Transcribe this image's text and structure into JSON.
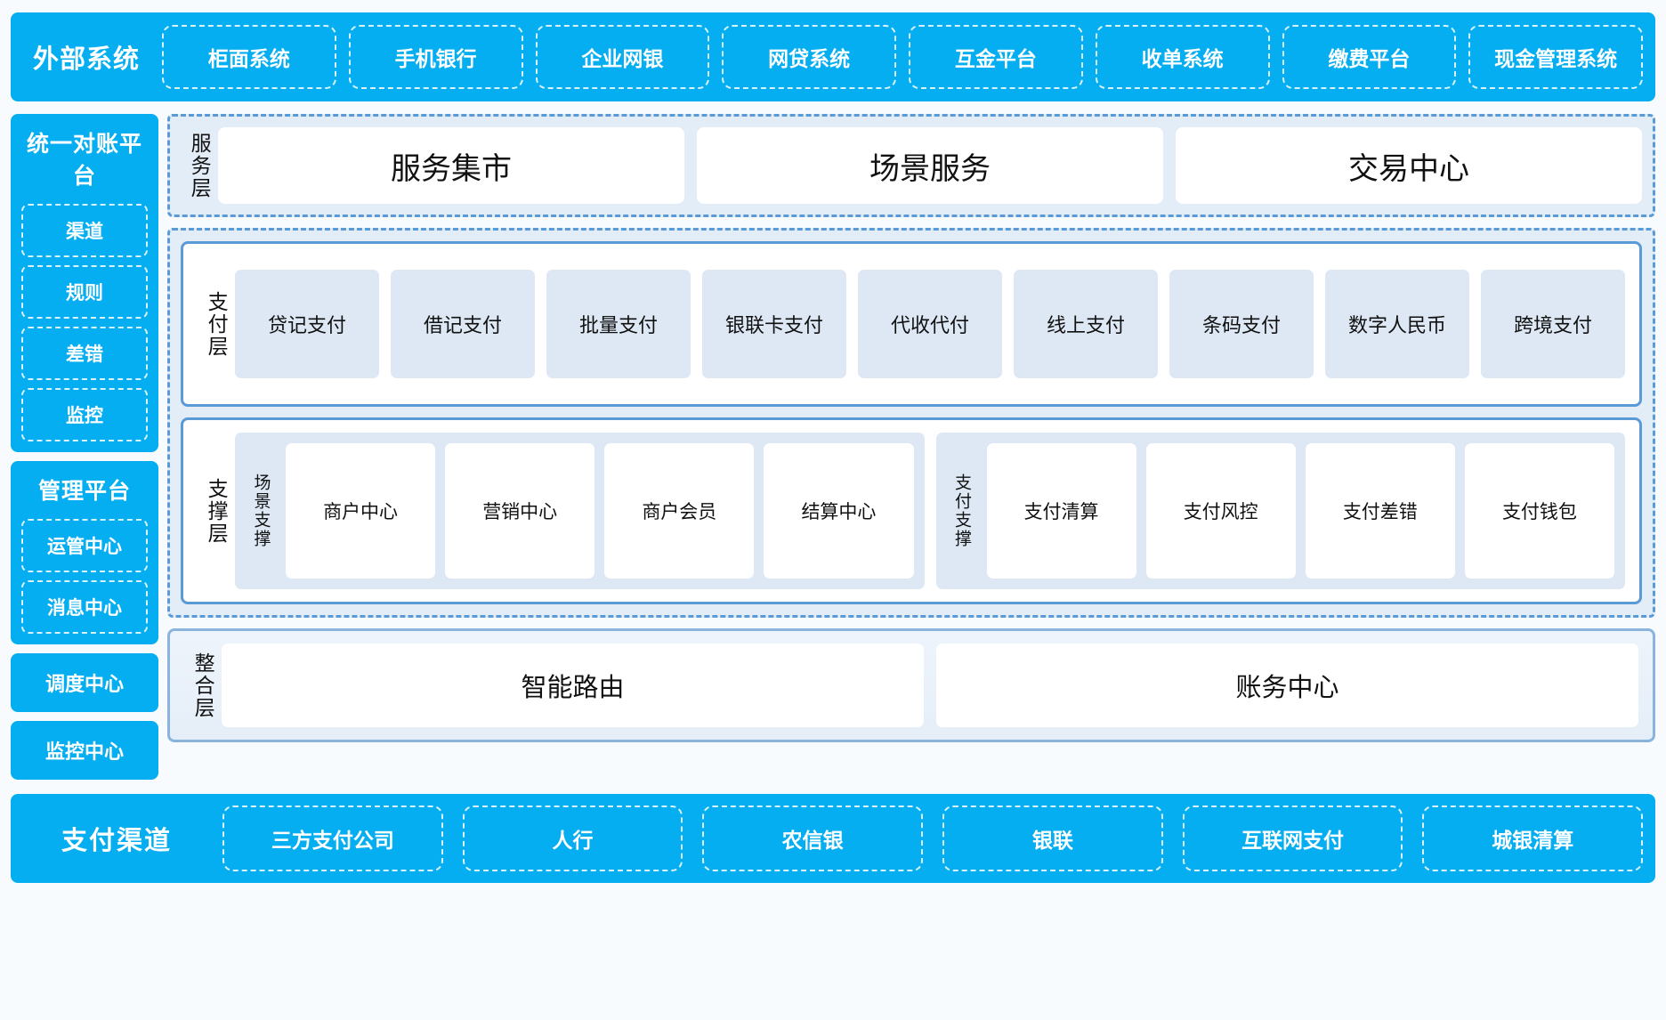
{
  "colors": {
    "brand_cyan": "#05aef0",
    "dashed_blue": "#5b9bd5",
    "panel_fill": "#e3edf8",
    "tile_fill": "#dde8f4",
    "page_bg": "#f7fbfe"
  },
  "external_systems": {
    "title": "外部系统",
    "items": [
      "柜面系统",
      "手机银行",
      "企业网银",
      "网贷系统",
      "互金平台",
      "收单系统",
      "缴费平台",
      "现金管理系统"
    ]
  },
  "left_rail": {
    "reconciliation": {
      "title": "统一对账平台",
      "items": [
        "渠道",
        "规则",
        "差错",
        "监控"
      ]
    },
    "management": {
      "title": "管理平台",
      "items": [
        "运管中心",
        "消息中心"
      ]
    },
    "standalone": [
      "调度中心",
      "监控中心"
    ]
  },
  "service_layer": {
    "label": "服务层",
    "cards": [
      "服务集市",
      "场景服务",
      "交易中心"
    ]
  },
  "payment_layer": {
    "label": "支付层",
    "tiles": [
      "贷记支付",
      "借记支付",
      "批量支付",
      "银联卡支付",
      "代收代付",
      "线上支付",
      "条码支付",
      "数字人民币",
      "跨境支付"
    ]
  },
  "support_layer": {
    "label": "支撑层",
    "groups": [
      {
        "label": "场景支撑",
        "tiles": [
          "商户中心",
          "营销中心",
          "商户会员",
          "结算中心"
        ]
      },
      {
        "label": "支付支撑",
        "tiles": [
          "支付清算",
          "支付风控",
          "支付差错",
          "支付钱包"
        ]
      }
    ]
  },
  "integration_layer": {
    "label": "整合层",
    "cards": [
      "智能路由",
      "账务中心"
    ]
  },
  "payment_channels": {
    "title": "支付渠道",
    "items": [
      "三方支付公司",
      "人行",
      "农信银",
      "银联",
      "互联网支付",
      "城银清算"
    ]
  }
}
